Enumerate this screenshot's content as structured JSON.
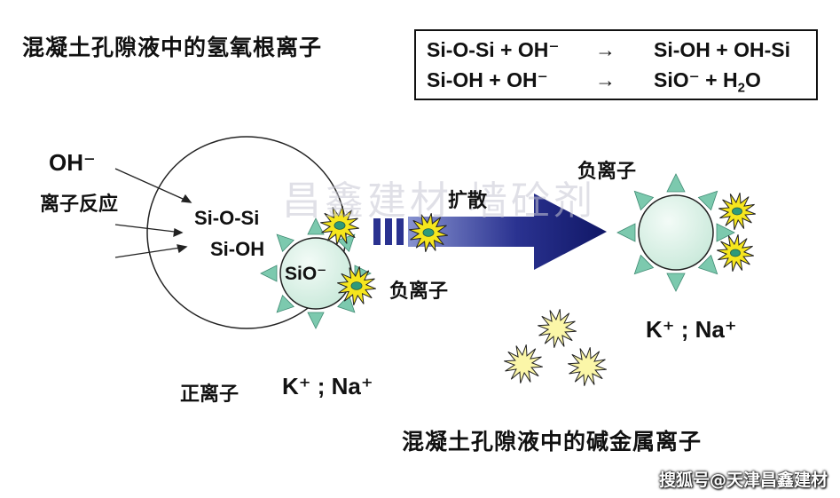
{
  "title_top": "混凝土孔隙液中的氢氧根离子",
  "equations": {
    "eq1_left": "Si-O-Si + OH⁻",
    "eq1_arrow": "→",
    "eq1_right": "Si-OH + OH-Si",
    "eq2_left": "Si-OH  +  OH⁻",
    "eq2_arrow": "→",
    "eq2_right_main": "SiO⁻ + H",
    "eq2_right_sub": "2",
    "eq2_right_end": "O"
  },
  "left_labels": {
    "oh": "OH⁻",
    "ion_reaction": "离子反应",
    "si_o_si": "Si-O-Si",
    "si_oh": "Si-OH",
    "sio": "SiO⁻",
    "negative_ion": "负离子",
    "positive_ion": "正离子",
    "cations": "K⁺ ; Na⁺"
  },
  "arrow_label": "扩散",
  "right_labels": {
    "negative_ion": "负离子",
    "cations": "K⁺ ; Na⁺"
  },
  "title_bottom": "混凝土孔隙液中的碱金属离子",
  "watermark": "昌鑫建材 墙砼剂",
  "credit": "搜狐号@天津昌鑫建材",
  "colors": {
    "sphere_fill": "#dff3ea",
    "spike_fill": "#7cc9ae",
    "star_fill": "#f6e61e",
    "star_core": "#2f9a7a",
    "arrow_dark": "#141a70",
    "arrow_light": "#7a86c8",
    "pale_star": "#fbf6a8"
  }
}
